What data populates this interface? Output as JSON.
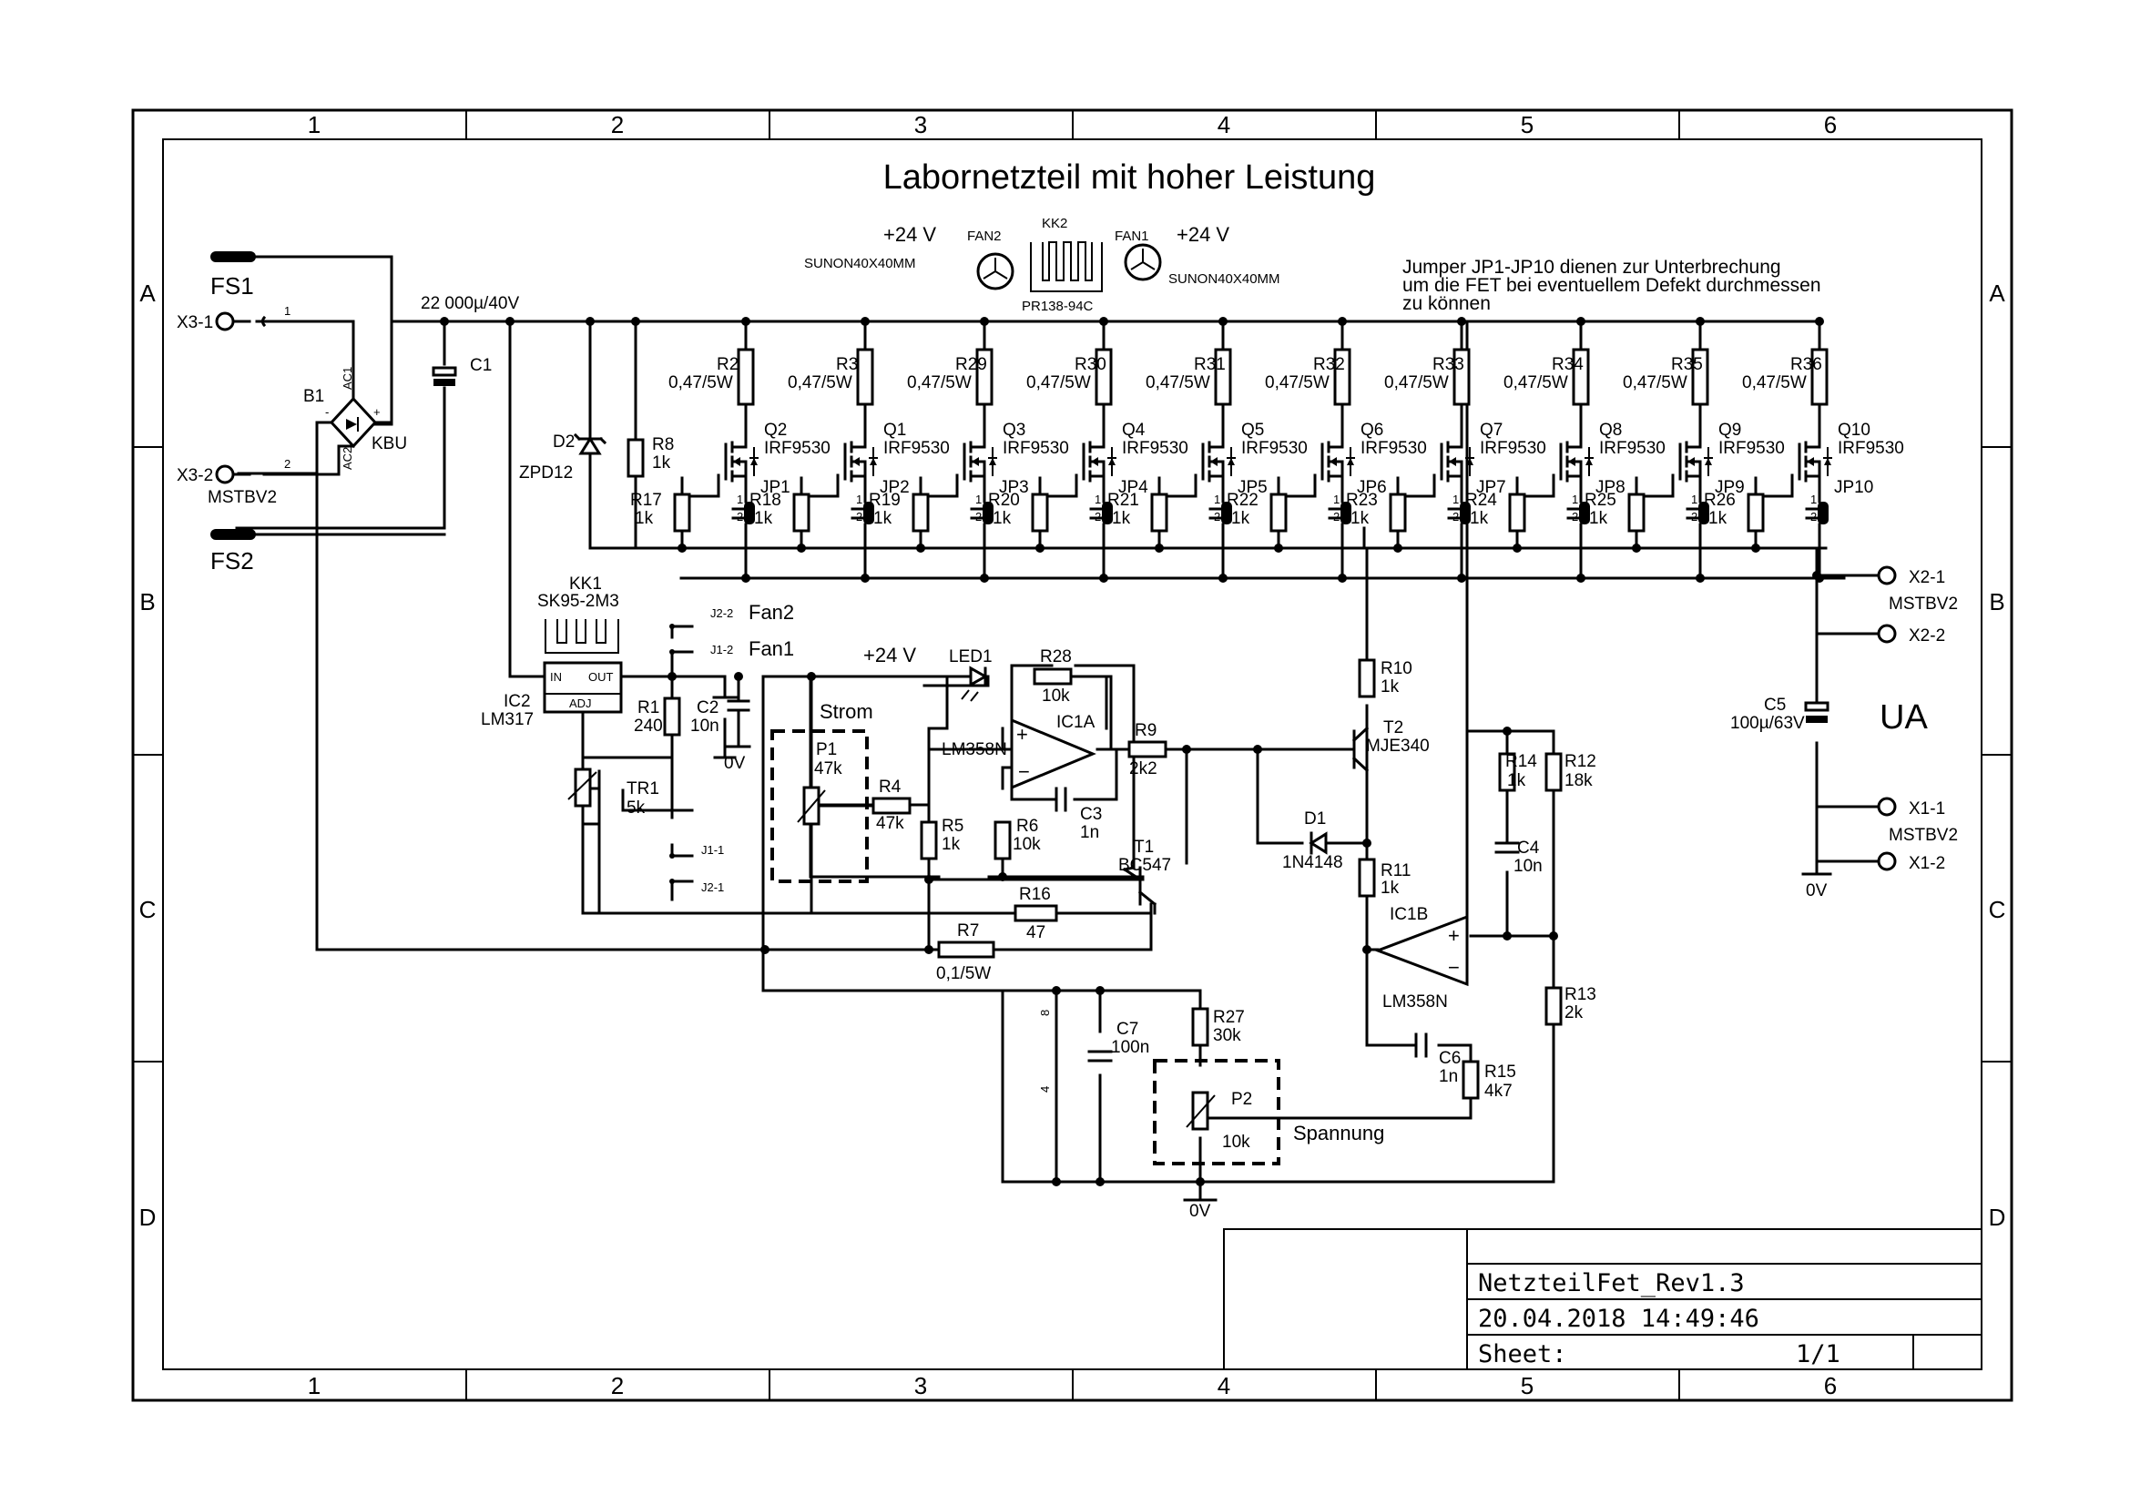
{
  "title": "Labornetzteil mit hoher Leistung",
  "note": [
    "Jumper JP1-JP10 dienen zur Unterbrechung",
    "um die FET bei eventuellem Defekt durchmessen",
    "zu können"
  ],
  "frame": {
    "columns": [
      "1",
      "2",
      "3",
      "4",
      "5",
      "6"
    ],
    "rows": [
      "A",
      "B",
      "C",
      "D"
    ]
  },
  "titleblock": {
    "name": "NetzteilFet_Rev1.3",
    "date": "20.04.2018 14:49:46",
    "sheet_label": "Sheet:",
    "sheet_value": "1/1"
  },
  "input": {
    "fs1": "FS1",
    "fs2": "FS2",
    "x3_1": "X3-1",
    "x3_2": "X3-2",
    "mstbv2": "MSTBV2",
    "pin1": "1",
    "pin2": "2",
    "b1": "B1",
    "kbu": "KBU",
    "ac1": "AC1",
    "ac2": "AC2",
    "plus": "+",
    "minus": "-",
    "c1": "C1",
    "c1_value": "22 000µ/40V"
  },
  "fans": {
    "fan2": "FAN2",
    "fan1": "FAN1",
    "kk2": "KK2",
    "v24": "+24 V",
    "sunon": "SUNON40X40MM",
    "pr138": "PR138-94C"
  },
  "d2": {
    "name": "D2",
    "value": "ZPD12"
  },
  "r8": {
    "name": "R8",
    "value": "1k"
  },
  "stages": [
    {
      "r": "R2",
      "rv": "0,47/5W",
      "q": "Q2",
      "qv": "IRF9530",
      "rg": "R17",
      "rgv": "1k",
      "jp": "JP1"
    },
    {
      "r": "R3",
      "rv": "0,47/5W",
      "q": "Q1",
      "qv": "IRF9530",
      "rg": "R18",
      "rgv": "1k",
      "jp": "JP2"
    },
    {
      "r": "R29",
      "rv": "0,47/5W",
      "q": "Q3",
      "qv": "IRF9530",
      "rg": "R19",
      "rgv": "1k",
      "jp": "JP3"
    },
    {
      "r": "R30",
      "rv": "0,47/5W",
      "q": "Q4",
      "qv": "IRF9530",
      "rg": "R20",
      "rgv": "1k",
      "jp": "JP4"
    },
    {
      "r": "R31",
      "rv": "0,47/5W",
      "q": "Q5",
      "qv": "IRF9530",
      "rg": "R21",
      "rgv": "1k",
      "jp": "JP5"
    },
    {
      "r": "R32",
      "rv": "0,47/5W",
      "q": "Q6",
      "qv": "IRF9530",
      "rg": "R22",
      "rgv": "1k",
      "jp": "JP6"
    },
    {
      "r": "R33",
      "rv": "0,47/5W",
      "q": "Q7",
      "qv": "IRF9530",
      "rg": "R23",
      "rgv": "1k",
      "jp": "JP7"
    },
    {
      "r": "R34",
      "rv": "0,47/5W",
      "q": "Q8",
      "qv": "IRF9530",
      "rg": "R24",
      "rgv": "1k",
      "jp": "JP8"
    },
    {
      "r": "R35",
      "rv": "0,47/5W",
      "q": "Q9",
      "qv": "IRF9530",
      "rg": "R25",
      "rgv": "1k",
      "jp": "JP9"
    },
    {
      "r": "R36",
      "rv": "0,47/5W",
      "q": "Q10",
      "qv": "IRF9530",
      "rg": "R26",
      "rgv": "1k",
      "jp": "JP10"
    }
  ],
  "regulator": {
    "kk1": "KK1",
    "sk95": "SK95-2M3",
    "ic2": "IC2",
    "lm317": "LM317",
    "in": "IN",
    "out": "OUT",
    "adj": "ADJ",
    "r1": "R1",
    "r1v": "240",
    "c2": "C2",
    "c2v": "10n",
    "ov": "0V",
    "tr1": "TR1",
    "tr1v": "5k",
    "j22": "J2-2",
    "j12": "J1-2",
    "fan2": "Fan2",
    "fan1": "Fan1",
    "j11": "J1-1",
    "j21": "J2-1"
  },
  "current": {
    "v24": "+24 V",
    "led1": "LED1",
    "r28": "R28",
    "r28v": "10k",
    "strom": "Strom",
    "p1": "P1",
    "p1v": "47k",
    "r4": "R4",
    "r4v": "47k",
    "ic1a": "IC1A",
    "lm358n": "LM358N",
    "r9": "R9",
    "r9v": "2k2",
    "c3": "C3",
    "c3v": "1n",
    "r5": "R5",
    "r5v": "1k",
    "r6": "R6",
    "r6v": "10k",
    "t1": "T1",
    "t1v": "BC547",
    "r16": "R16",
    "r16v": "47",
    "r7": "R7",
    "r7v": "0,1/5W"
  },
  "voltage": {
    "r10": "R10",
    "r10v": "1k",
    "t2": "T2",
    "t2v": "MJE340",
    "d1": "D1",
    "d1v": "1N4148",
    "r11": "R11",
    "r11v": "1k",
    "ic1b": "IC1B",
    "lm358n": "LM358N",
    "r14": "R14",
    "r14v": "1k",
    "r12": "R12",
    "r12v": "18k",
    "c4": "C4",
    "c4v": "10n",
    "r13": "R13",
    "r13v": "2k",
    "c6": "C6",
    "c6v": "1n",
    "r15": "R15",
    "r15v": "4k7",
    "c7": "C7",
    "c7v": "100n",
    "r27": "R27",
    "r27v": "30k",
    "p2": "P2",
    "p2v": "10k",
    "spannung": "Spannung",
    "ov": "0V",
    "pin8": "8",
    "pin4": "4"
  },
  "output": {
    "x2_1": "X2-1",
    "x2_2": "X2-2",
    "x1_1": "X1-1",
    "x1_2": "X1-2",
    "mstbv2": "MSTBV2",
    "c5": "C5",
    "c5v": "100µ/63V",
    "ua": "UA",
    "ov": "0V"
  }
}
